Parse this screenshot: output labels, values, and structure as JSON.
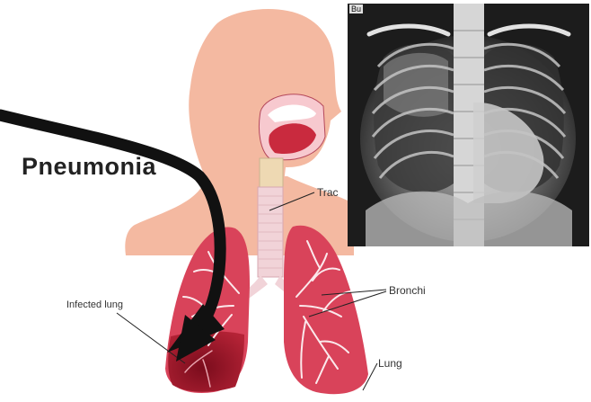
{
  "title": "Pneumonia",
  "labels": {
    "trachea": "Trac",
    "bronchi": "Bronchi",
    "lung": "Lung",
    "infected_lung": "Infected lung"
  },
  "xray": {
    "corner_tag": "Bu"
  },
  "colors": {
    "skin": "#f4b9a1",
    "lung": "#d9435a",
    "infected_lung": "#8f1222",
    "airway": "#f3d3d6",
    "arrow": "#111111",
    "xray_background": "#1c1c1c"
  },
  "icons": [
    "curved-arrow-icon"
  ]
}
